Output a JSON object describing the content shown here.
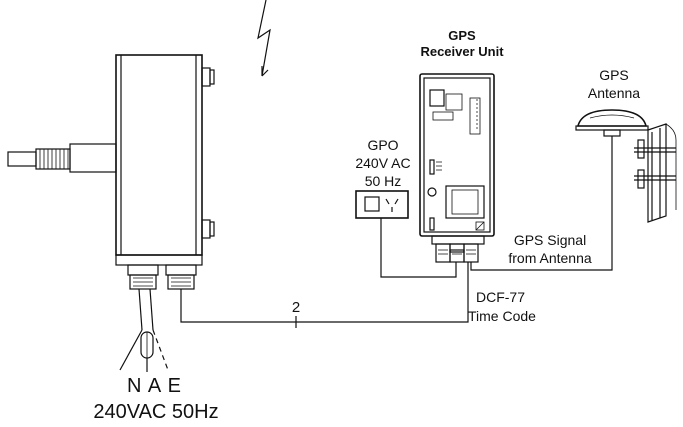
{
  "labels": {
    "gps_receiver_line1": "GPS",
    "gps_receiver_line2": "Receiver Unit",
    "gps_antenna_line1": "GPS",
    "gps_antenna_line2": "Antenna",
    "gpo_line1": "GPO",
    "gpo_line2": "240V AC",
    "gpo_line3": "50 Hz",
    "gps_signal_line1": "GPS Signal",
    "gps_signal_line2": "from Antenna",
    "dcf_line1": "DCF-77",
    "dcf_line2": "Time Code",
    "cable_count": "2",
    "mains_wires": "N A E",
    "mains_supply": "240VAC 50Hz"
  },
  "colors": {
    "line": "#111111",
    "background": "#ffffff"
  }
}
